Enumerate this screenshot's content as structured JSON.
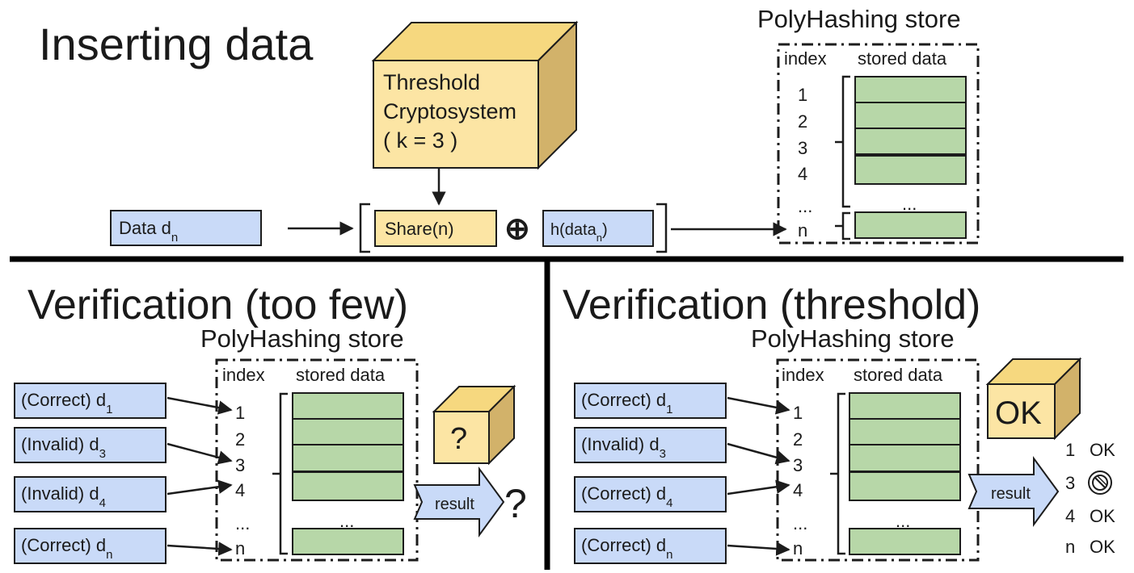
{
  "insert": {
    "title": "Inserting data",
    "crypto_line1": "Threshold",
    "crypto_line2": "Cryptosystem",
    "crypto_line3": "( k = 3 )",
    "data_label": "Data d",
    "data_sub": "n",
    "share_label": "Share(n)",
    "xor_symbol": "⊕",
    "hash_label": "h(data",
    "hash_sub": "n",
    "hash_close": ")"
  },
  "store_top": {
    "title": "PolyHashing store",
    "index_header": "index",
    "data_header": "stored data",
    "indices": [
      "1",
      "2",
      "3",
      "4",
      "...",
      "n"
    ],
    "ellipsis": "..."
  },
  "verify_few": {
    "title": "Verification (too few)",
    "store_title": "PolyHashing store",
    "index_header": "index",
    "data_header": "stored data",
    "indices": [
      "1",
      "2",
      "3",
      "4",
      "...",
      "n"
    ],
    "ellipsis": "...",
    "inputs": [
      {
        "label": "(Correct) d",
        "sub": "1"
      },
      {
        "label": "(Invalid) d",
        "sub": "3"
      },
      {
        "label": "(Invalid) d",
        "sub": "4"
      },
      {
        "label": "(Correct) d",
        "sub": "n"
      }
    ],
    "cube_label": "?",
    "result_label": "result",
    "result_symbol": "?"
  },
  "verify_threshold": {
    "title": "Verification (threshold)",
    "store_title": "PolyHashing store",
    "index_header": "index",
    "data_header": "stored data",
    "indices": [
      "1",
      "2",
      "3",
      "4",
      "...",
      "n"
    ],
    "ellipsis": "...",
    "inputs": [
      {
        "label": "(Correct) d",
        "sub": "1"
      },
      {
        "label": "(Invalid) d",
        "sub": "3"
      },
      {
        "label": "(Correct) d",
        "sub": "4"
      },
      {
        "label": "(Correct) d",
        "sub": "n"
      }
    ],
    "cube_label": "OK",
    "result_label": "result",
    "results": [
      {
        "index": "1",
        "status": "OK"
      },
      {
        "index": "3",
        "status": ""
      },
      {
        "index": "4",
        "status": "OK"
      },
      {
        "index": "n",
        "status": "OK"
      }
    ]
  }
}
